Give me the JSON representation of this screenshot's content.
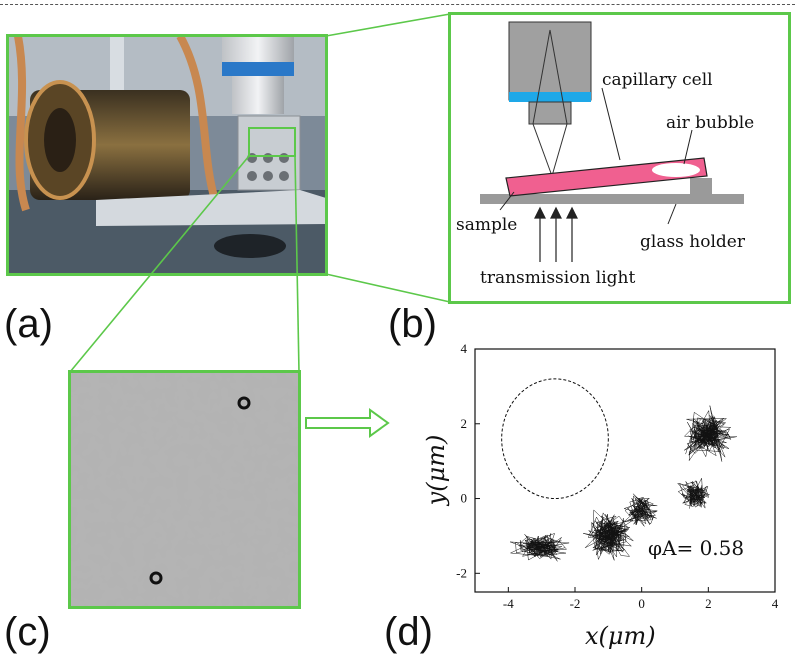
{
  "panels": {
    "a": {
      "letter": "(a)"
    },
    "b": {
      "letter": "(b)",
      "labels": {
        "capillary": "capillary cell",
        "bubble": "air bubble",
        "sample": "sample",
        "holder": "glass holder",
        "light": "transmission light"
      }
    },
    "c": {
      "letter": "(c)"
    },
    "d": {
      "letter": "(d)"
    }
  },
  "colors": {
    "frame": "#5cc84a",
    "capillary": "#f06090",
    "objective_band": "#1ea8e8",
    "holder": "#9a9a9a"
  },
  "chart_data": {
    "type": "scatter",
    "xlabel": "x(μm)",
    "ylabel": "y(μm)",
    "xlim": [
      -5,
      4
    ],
    "ylim": [
      -2.5,
      4
    ],
    "xticks": [
      "-4",
      "-2",
      "0",
      "2",
      "4"
    ],
    "yticks": [
      "-2",
      "0",
      "2",
      "4"
    ],
    "annotation": "φA= 0.58",
    "circle": {
      "cx": -2.6,
      "cy": 1.6,
      "r": 1.6
    },
    "clusters": [
      {
        "cx": -3.0,
        "cy": -1.3,
        "sx": 0.6,
        "sy": 0.25,
        "n": 180
      },
      {
        "cx": -1.0,
        "cy": -1.0,
        "sx": 0.5,
        "sy": 0.45,
        "n": 260
      },
      {
        "cx": 0.0,
        "cy": -0.3,
        "sx": 0.35,
        "sy": 0.4,
        "n": 120
      },
      {
        "cx": 2.0,
        "cy": 1.7,
        "sx": 0.55,
        "sy": 0.45,
        "n": 260
      },
      {
        "cx": 1.6,
        "cy": 0.1,
        "sx": 0.35,
        "sy": 0.3,
        "n": 140
      }
    ]
  }
}
